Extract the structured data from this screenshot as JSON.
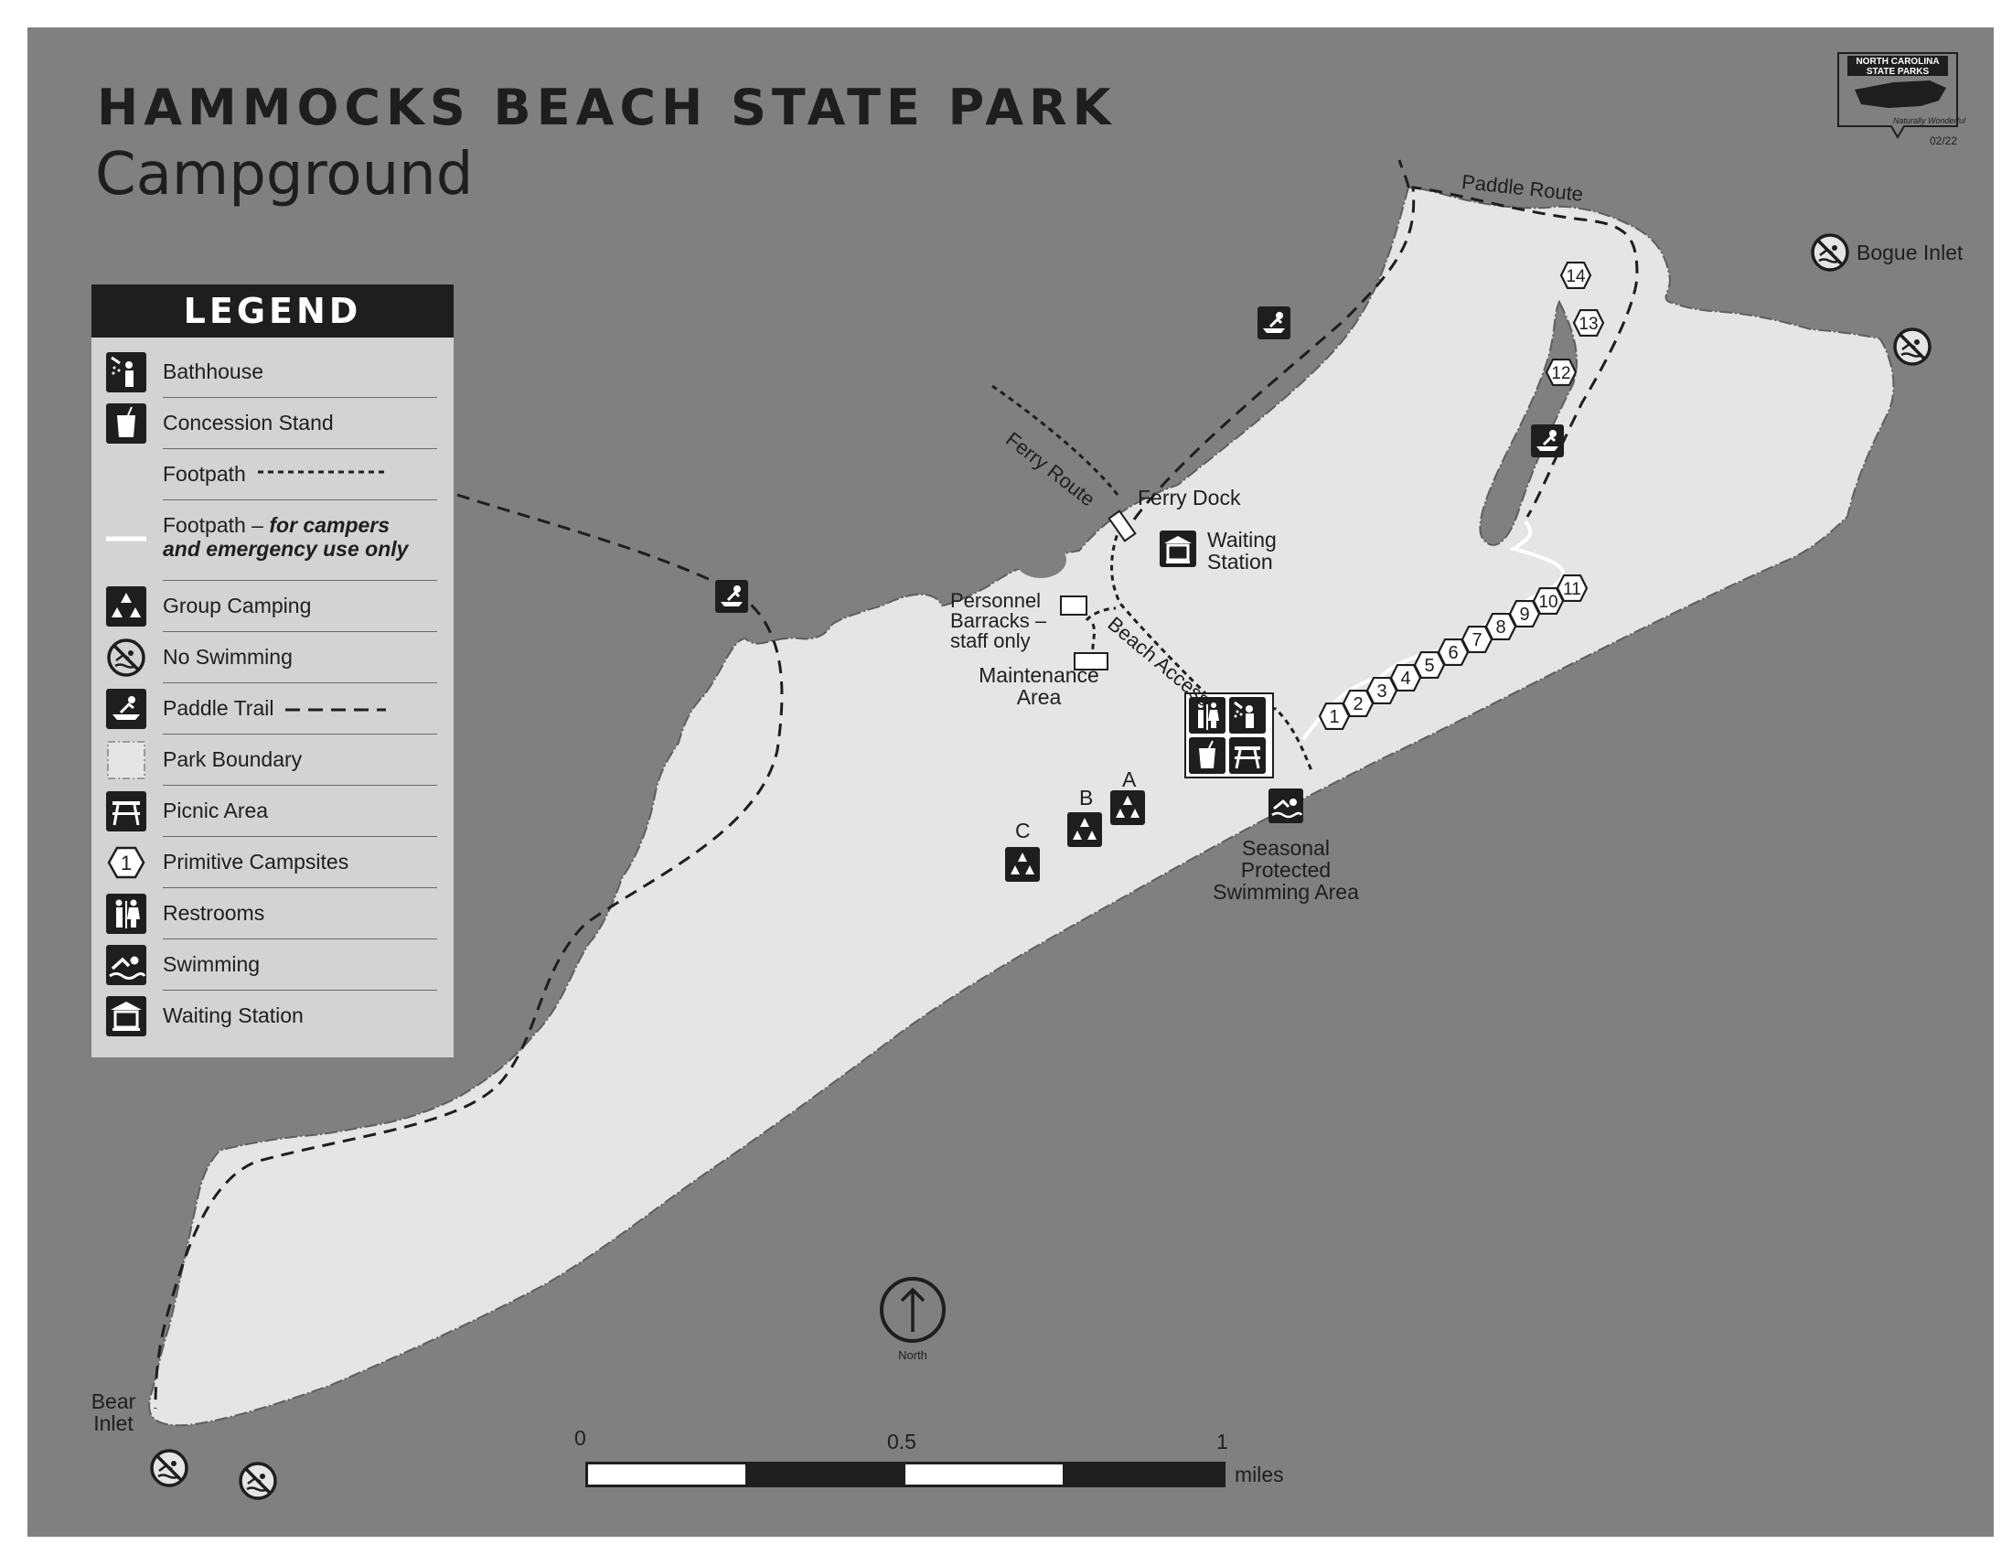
{
  "header": {
    "title": "HAMMOCKS BEACH STATE PARK",
    "subtitle": "Campground"
  },
  "logo": {
    "line1": "NORTH CAROLINA",
    "line2": "STATE PARKS",
    "tagline": "Naturally Wonderful",
    "date": "02/22"
  },
  "legend": {
    "heading": "LEGEND",
    "items": [
      {
        "label": "Bathhouse",
        "icon": "shower-icon"
      },
      {
        "label": "Concession Stand",
        "icon": "cup-icon"
      },
      {
        "label": "Footpath",
        "icon": "footpath-line"
      },
      {
        "label": "Footpath –",
        "label_em": "for campers",
        "label2": "and emergency use only",
        "icon": "white-footpath-line"
      },
      {
        "label": "Group Camping",
        "icon": "tents-icon"
      },
      {
        "label": "No Swimming",
        "icon": "no-swimming-icon"
      },
      {
        "label": "Paddle Trail",
        "icon": "canoe-icon"
      },
      {
        "label": "Park Boundary",
        "icon": "boundary-box"
      },
      {
        "label": "Picnic Area",
        "icon": "picnic-table-icon"
      },
      {
        "label": "Primitive Campsites",
        "icon": "hexagon-icon"
      },
      {
        "label": "Restrooms",
        "icon": "restroom-icon"
      },
      {
        "label": "Swimming",
        "icon": "swimmer-icon"
      },
      {
        "label": "Waiting Station",
        "icon": "shelter-icon"
      }
    ]
  },
  "map_labels": {
    "paddle_route": "Paddle Route",
    "ferry_route": "Ferry Route",
    "ferry_dock": "Ferry Dock",
    "waiting_station_1": "Waiting",
    "waiting_station_2": "Station",
    "beach_access": "Beach Access",
    "personnel_1": "Personnel",
    "personnel_2": "Barracks –",
    "personnel_3": "staff only",
    "maintenance_1": "Maintenance",
    "maintenance_2": "Area",
    "seasonal_1": "Seasonal",
    "seasonal_2": "Protected",
    "seasonal_3": "Swimming Area",
    "bogue_inlet": "Bogue Inlet",
    "bear_1": "Bear",
    "bear_2": "Inlet",
    "group_a": "A",
    "group_b": "B",
    "group_c": "C",
    "north": "North"
  },
  "campsites": [
    "1",
    "2",
    "3",
    "4",
    "5",
    "6",
    "7",
    "8",
    "9",
    "10",
    "11",
    "12",
    "13",
    "14"
  ],
  "scale": {
    "tick0": "0",
    "tick_mid": "0.5",
    "tick1": "1",
    "unit": "miles"
  },
  "colors": {
    "water": "#808080",
    "land": "#e5e5e5",
    "ink": "#1e1e1e",
    "legend_bg": "#d3d3d3"
  }
}
